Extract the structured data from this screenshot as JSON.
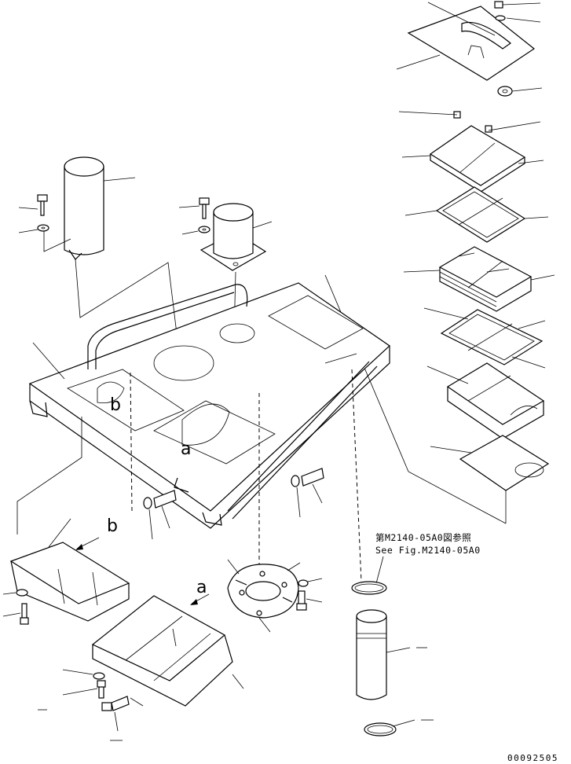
{
  "detail_labels": {
    "a": "a",
    "b": "b"
  },
  "reference_note": {
    "line_jp": "第M2140-05A0図参照",
    "line_en": "See Fig.M2140-05A0"
  },
  "drawing_code": "00092505",
  "icons": [
    "bolt-icon",
    "washer-icon",
    "clamp-icon"
  ]
}
